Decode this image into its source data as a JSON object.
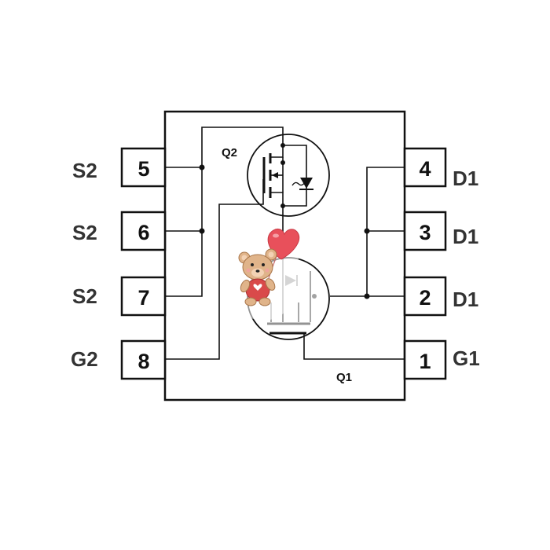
{
  "left_pins": [
    {
      "number": "5",
      "label": "S2"
    },
    {
      "number": "6",
      "label": "S2"
    },
    {
      "number": "7",
      "label": "S2"
    },
    {
      "number": "8",
      "label": "G2"
    }
  ],
  "right_pins": [
    {
      "number": "4",
      "label": "D1"
    },
    {
      "number": "3",
      "label": "D1"
    },
    {
      "number": "2",
      "label": "D1"
    },
    {
      "number": "1",
      "label": "G1"
    }
  ],
  "transistors": {
    "q1_label": "Q1",
    "q2_label": "Q2"
  },
  "colors": {
    "line": "#111111",
    "pin_label": "#333333",
    "heart": "#e8505b",
    "bear": "#e0b48a"
  },
  "decoration": "teddy-bear-with-heart-balloon"
}
